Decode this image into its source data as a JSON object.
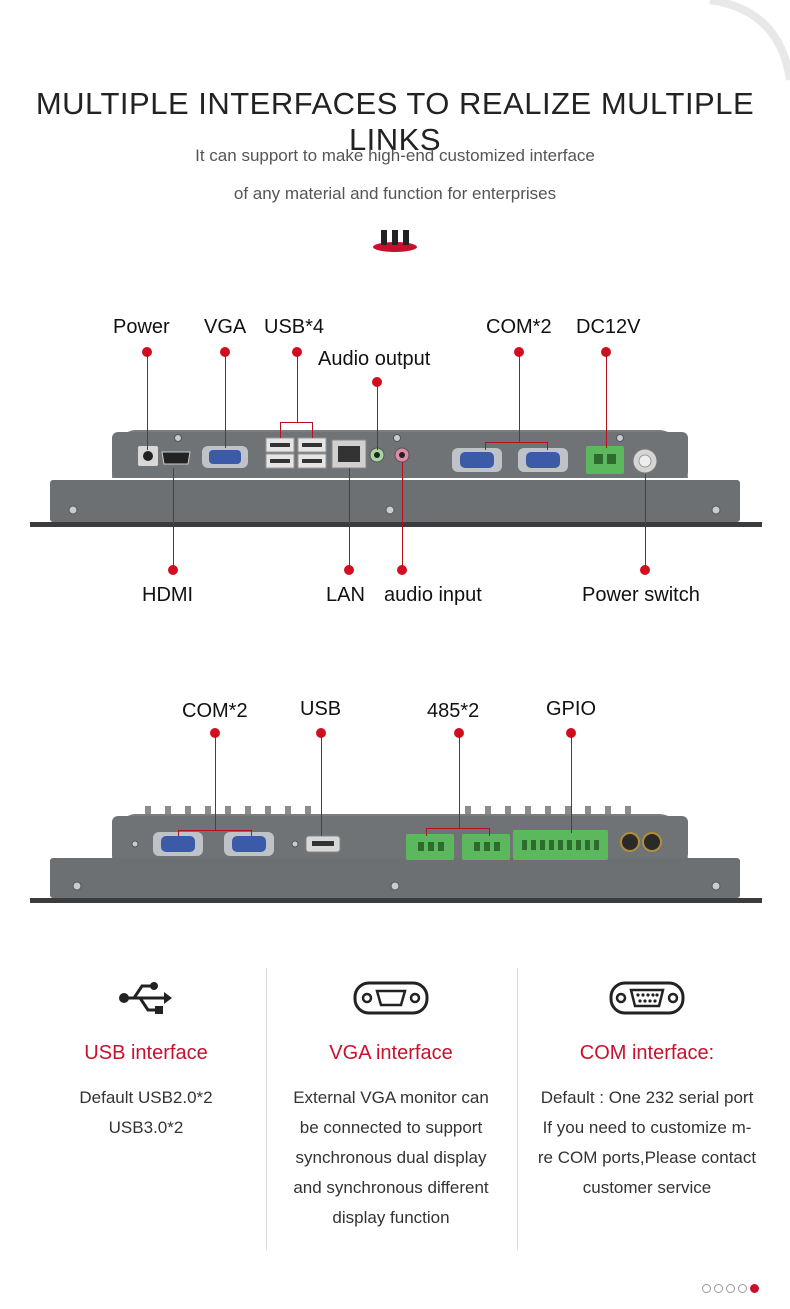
{
  "header": {
    "title": "MULTIPLE INTERFACES TO REALIZE MULTIPLE LINKS",
    "subtitle_line1": "It can support to make high-end customized interface",
    "subtitle_line2": "of any material and function for enterprises"
  },
  "panel1": {
    "labels": {
      "power": "Power",
      "vga": "VGA",
      "usb4": "USB*4",
      "audio_output": "Audio output",
      "com2": "COM*2",
      "dc12v": "DC12V",
      "hdmi": "HDMI",
      "lan": "LAN",
      "audio_input": "audio input",
      "power_switch": "Power switch"
    }
  },
  "panel2": {
    "labels": {
      "com2": "COM*2",
      "usb": "USB",
      "rs485": "485*2",
      "gpio": "GPIO"
    }
  },
  "features": [
    {
      "icon": "usb-icon",
      "title": "USB interface",
      "desc": "Default USB2.0*2\nUSB3.0*2"
    },
    {
      "icon": "vga-icon",
      "title": "VGA interface",
      "desc": "External VGA monitor can\nbe connected to support\nsynchronous dual display\nand synchronous different\ndisplay function"
    },
    {
      "icon": "com-icon",
      "title": "COM interface:",
      "desc": "Default : One 232 serial port\nIf you need to customize m-\nre COM ports,Please contact\ncustomer service"
    }
  ],
  "pager": {
    "count": 5,
    "active": 5
  },
  "colors": {
    "accent": "#c8102e",
    "lead": "#b3111c",
    "device": "#6b6e70",
    "device_dark": "#4d5052"
  }
}
